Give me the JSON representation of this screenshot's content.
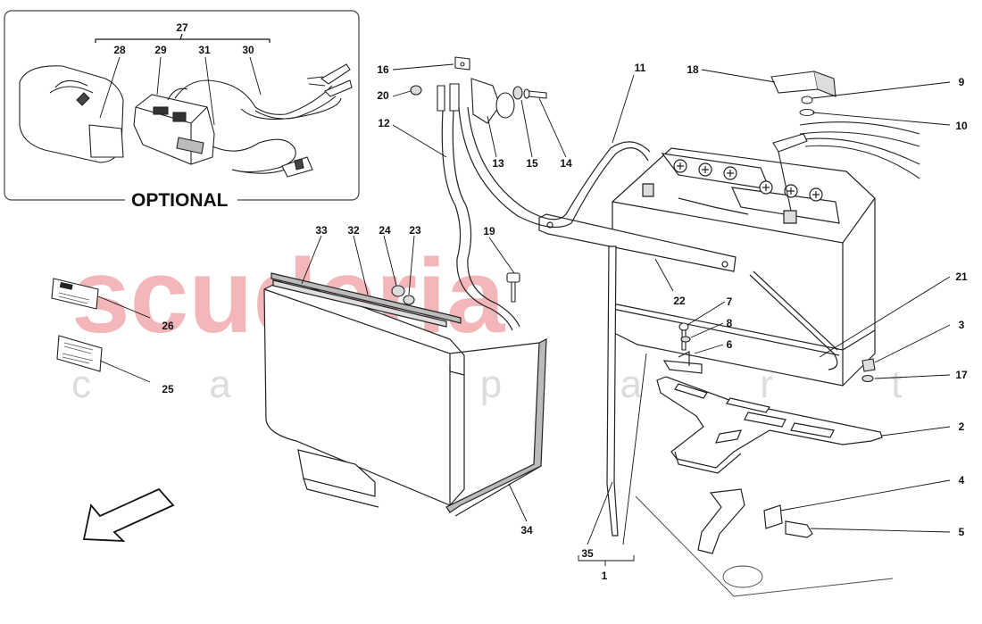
{
  "watermark": {
    "main": "scuderia",
    "sub": "c a r p a r t s",
    "main_color": "#f3b6b9",
    "sub_color": "#dcdcdc"
  },
  "optional_box": {
    "title": "OPTIONAL"
  },
  "callouts": [
    "1",
    "2",
    "3",
    "4",
    "5",
    "6",
    "7",
    "8",
    "9",
    "10",
    "11",
    "12",
    "13",
    "14",
    "15",
    "16",
    "17",
    "18",
    "19",
    "20",
    "21",
    "22",
    "23",
    "24",
    "25",
    "26",
    "27",
    "28",
    "29",
    "30",
    "31",
    "32",
    "33",
    "34",
    "35"
  ],
  "icons": [
    "front-direction-arrow-icon"
  ]
}
